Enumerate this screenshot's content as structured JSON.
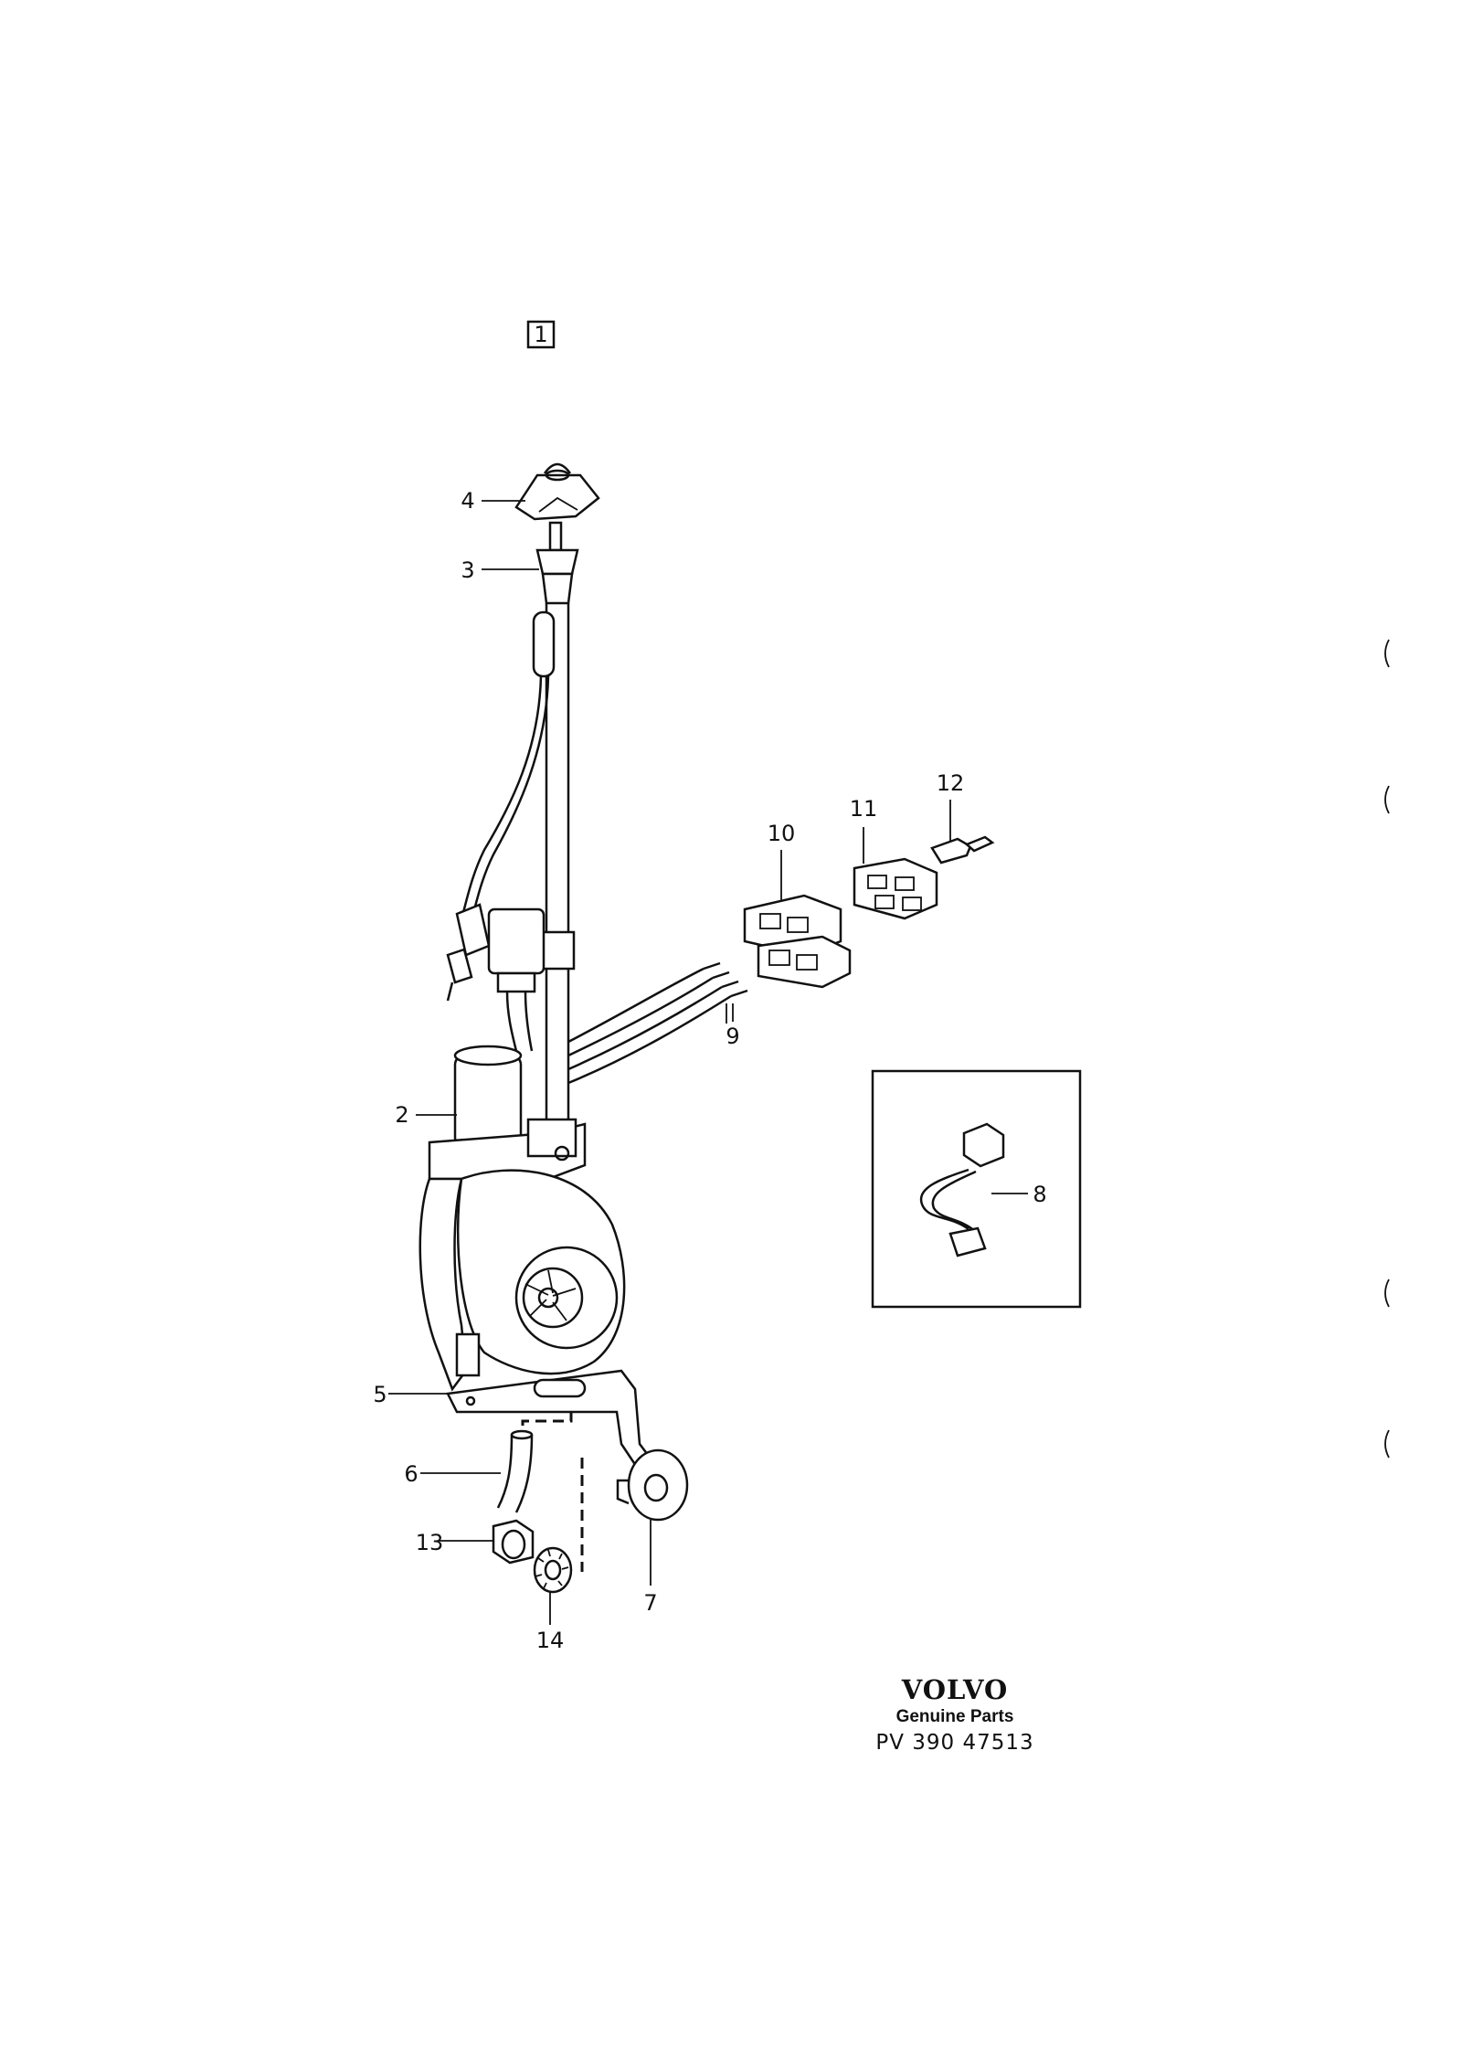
{
  "figure_box_label": "1",
  "callouts": {
    "c2": "2",
    "c3": "3",
    "c4": "4",
    "c5": "5",
    "c6": "6",
    "c7": "7",
    "c8": "8",
    "c9": "9",
    "c10": "10",
    "c11": "11",
    "c12": "12",
    "c13": "13",
    "c14": "14"
  },
  "brand": {
    "logo": "VOLVO",
    "subtitle": "Genuine Parts",
    "reference": "PV 390  47513"
  }
}
